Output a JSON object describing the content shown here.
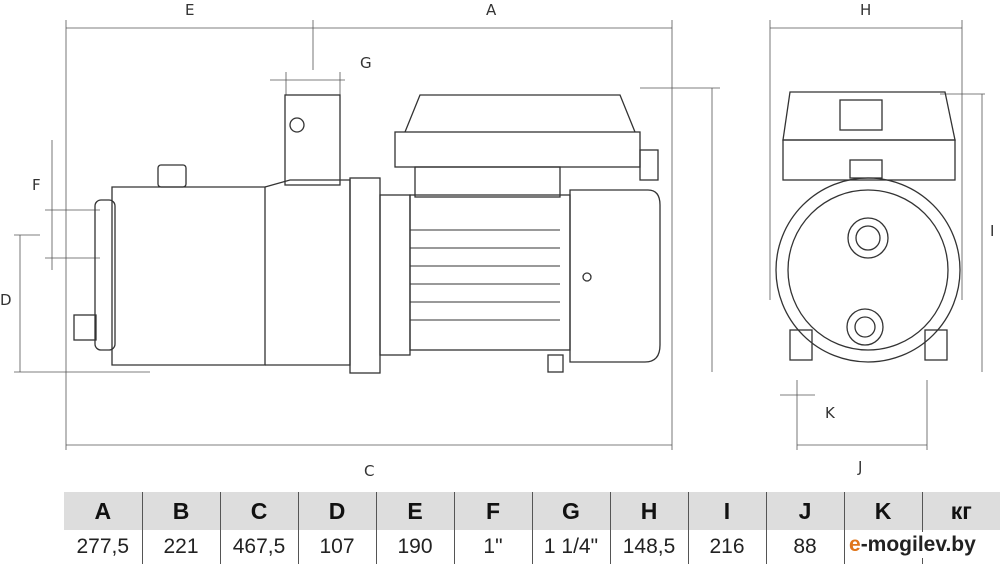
{
  "dimension_labels": {
    "A": "A",
    "C": "C",
    "D": "D",
    "E": "E",
    "F": "F",
    "G": "G",
    "H": "H",
    "I": "I",
    "J": "J",
    "K": "K"
  },
  "table": {
    "headers": [
      "A",
      "B",
      "C",
      "D",
      "E",
      "F",
      "G",
      "H",
      "I",
      "J",
      "K",
      "кг"
    ],
    "values": [
      "277,5",
      "221",
      "467,5",
      "107",
      "190",
      "1\"",
      "1 1/4\"",
      "148,5",
      "216",
      "88",
      "",
      ""
    ]
  },
  "watermark": {
    "prefix": "e",
    "rest": "-mogilev.by"
  }
}
